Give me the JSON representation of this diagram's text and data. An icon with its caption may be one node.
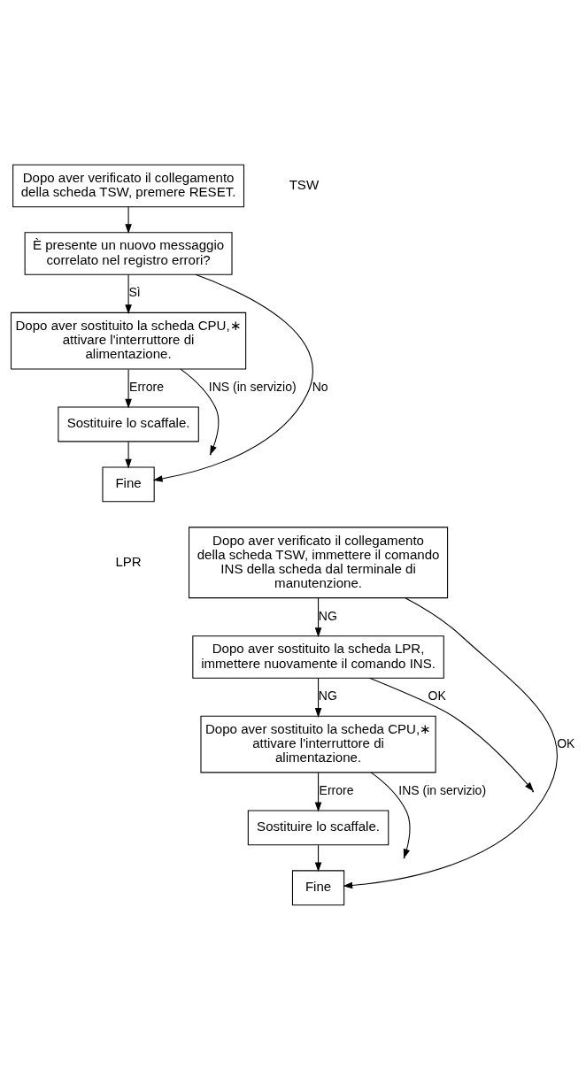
{
  "diagram": {
    "nodes": [
      {
        "text": [
          "Dopo aver verificato il collegamento della scheda TSW, premere RESET."
        ]
      },
      {
        "text": [
          "È presente un nuovo messaggio correlato nel registro errori?"
        ]
      },
      {
        "text": [
          "Dopo aver sostituito la scheda CPU,∗ attivare l'interruttore di alimentazione."
        ]
      },
      {
        "text": [
          "Sostituire lo scaffale."
        ]
      },
      {
        "text": [
          "Fine"
        ]
      },
      {
        "text": [
          "Dopo aver verificato il collegamento della scheda TSW, immettere il comando INS della scheda dal terminale di manutenzione."
        ]
      },
      {
        "text": [
          "Dopo aver sostituito la scheda LPR, immettere nuovamente il comando INS."
        ]
      },
      {
        "text": [
          "Dopo aver sostituito la scheda CPU,∗ attivare l'interruttore di alimentazione."
        ]
      },
      {
        "text": [
          "Sostituire lo scaffale."
        ]
      },
      {
        "text": [
          "Fine"
        ]
      }
    ],
    "edges": [
      {
        "from": 0,
        "to": 1,
        "arrow": "to"
      },
      {
        "from": 1,
        "to": 2,
        "arrow": "to",
        "label": "Sì"
      },
      {
        "from": 1,
        "to": 4,
        "arrow": "to",
        "label": "No"
      },
      {
        "from": 2,
        "to": 3,
        "arrow": "to",
        "label": "Errore"
      },
      {
        "from": 2,
        "to": null,
        "arrow": "to",
        "label": "INS (in servizio)"
      },
      {
        "from": 3,
        "to": 4,
        "arrow": "to"
      },
      {
        "from": 5,
        "to": 6,
        "arrow": "to",
        "label": "NG"
      },
      {
        "from": 5,
        "to": 9,
        "arrow": "to",
        "label": "OK"
      },
      {
        "from": 6,
        "to": 7,
        "arrow": "to",
        "label": "NG"
      },
      {
        "from": 6,
        "to": null,
        "arrow": "to",
        "label": "OK"
      },
      {
        "from": 7,
        "to": 8,
        "arrow": "to",
        "label": "Errore"
      },
      {
        "from": 7,
        "to": null,
        "arrow": "to",
        "label": "INS (in servizio)"
      },
      {
        "from": 8,
        "to": 9,
        "arrow": "to"
      }
    ],
    "labels": [
      "TSW",
      "LPR"
    ]
  }
}
